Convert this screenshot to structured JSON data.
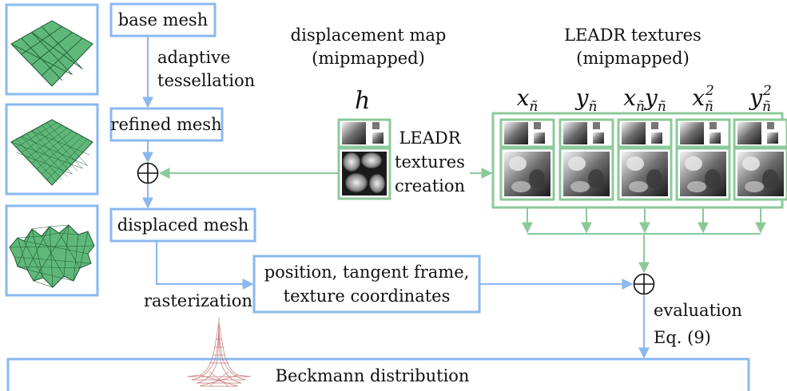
{
  "nodes": {
    "base_mesh": "base mesh",
    "refined_mesh": "refined mesh",
    "displaced_mesh": "displaced mesh",
    "raster_output_line1": "position, tangent frame,",
    "raster_output_line2": "texture coordinates",
    "beckmann": "Beckmann distribution"
  },
  "edge_labels": {
    "tessellation_line1": "adaptive",
    "tessellation_line2": "tessellation",
    "rasterization": "rasterization",
    "creation_line1": "LEADR",
    "creation_line2": "textures",
    "creation_line3": "creation",
    "evaluation_line1": "evaluation",
    "evaluation_line2": "Eq. (9)"
  },
  "headers": {
    "displacement_line1": "displacement map",
    "displacement_line2": "(mipmapped)",
    "leadr_line1": "LEADR textures",
    "leadr_line2": "(mipmapped)"
  },
  "symbols": {
    "h": "h",
    "plus": "+"
  },
  "textures": [
    {
      "base": "x",
      "sub": "ñ",
      "base2": "",
      "sub2": "",
      "sup": ""
    },
    {
      "base": "y",
      "sub": "ñ",
      "base2": "",
      "sub2": "",
      "sup": ""
    },
    {
      "base": "x",
      "sub": "ñ",
      "base2": "y",
      "sub2": "ñ",
      "sup": ""
    },
    {
      "base": "x",
      "sub": "ñ",
      "base2": "",
      "sub2": "",
      "sup": "2"
    },
    {
      "base": "y",
      "sub": "ñ",
      "base2": "",
      "sub2": "",
      "sup": "2"
    }
  ],
  "colors": {
    "blue": "#8ab8f0",
    "green": "#8cc99a",
    "mesh_fill": "#5fb87a",
    "mesh_line": "#1f5a32"
  }
}
